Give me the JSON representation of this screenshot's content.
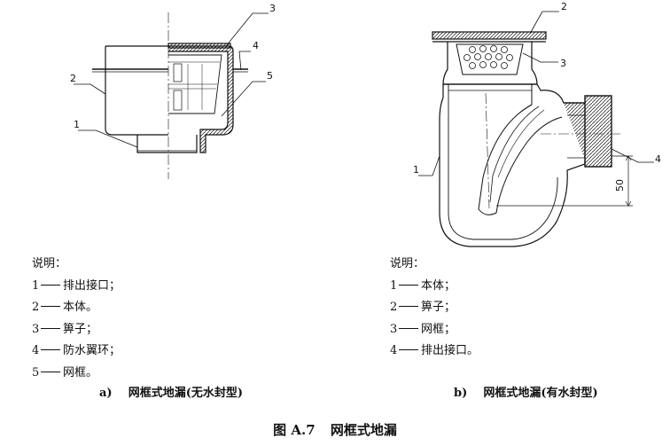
{
  "diagram_a": {
    "callouts": [
      "1",
      "2",
      "3",
      "4",
      "5"
    ],
    "legend_title": "说明：",
    "legend": [
      {
        "num": "1",
        "text": "排出接口；"
      },
      {
        "num": "2",
        "text": "本体。"
      },
      {
        "num": "3",
        "text": "箅子；"
      },
      {
        "num": "4",
        "text": "防水翼环；"
      },
      {
        "num": "5",
        "text": "网框。"
      }
    ],
    "caption_label": "a)",
    "caption_text": "网框式地漏(无水封型)"
  },
  "diagram_b": {
    "callouts": [
      "1",
      "2",
      "3",
      "4"
    ],
    "dimension": "50",
    "legend_title": "说明：",
    "legend": [
      {
        "num": "1",
        "text": "本体；"
      },
      {
        "num": "2",
        "text": "箅子；"
      },
      {
        "num": "3",
        "text": "网框；"
      },
      {
        "num": "4",
        "text": "排出接口。"
      }
    ],
    "caption_label": "b)",
    "caption_text": "网框式地漏(有水封型)"
  },
  "figure": {
    "label": "图 A.7",
    "title": "网框式地漏"
  },
  "colors": {
    "line": "#111111",
    "background": "#ffffff"
  }
}
